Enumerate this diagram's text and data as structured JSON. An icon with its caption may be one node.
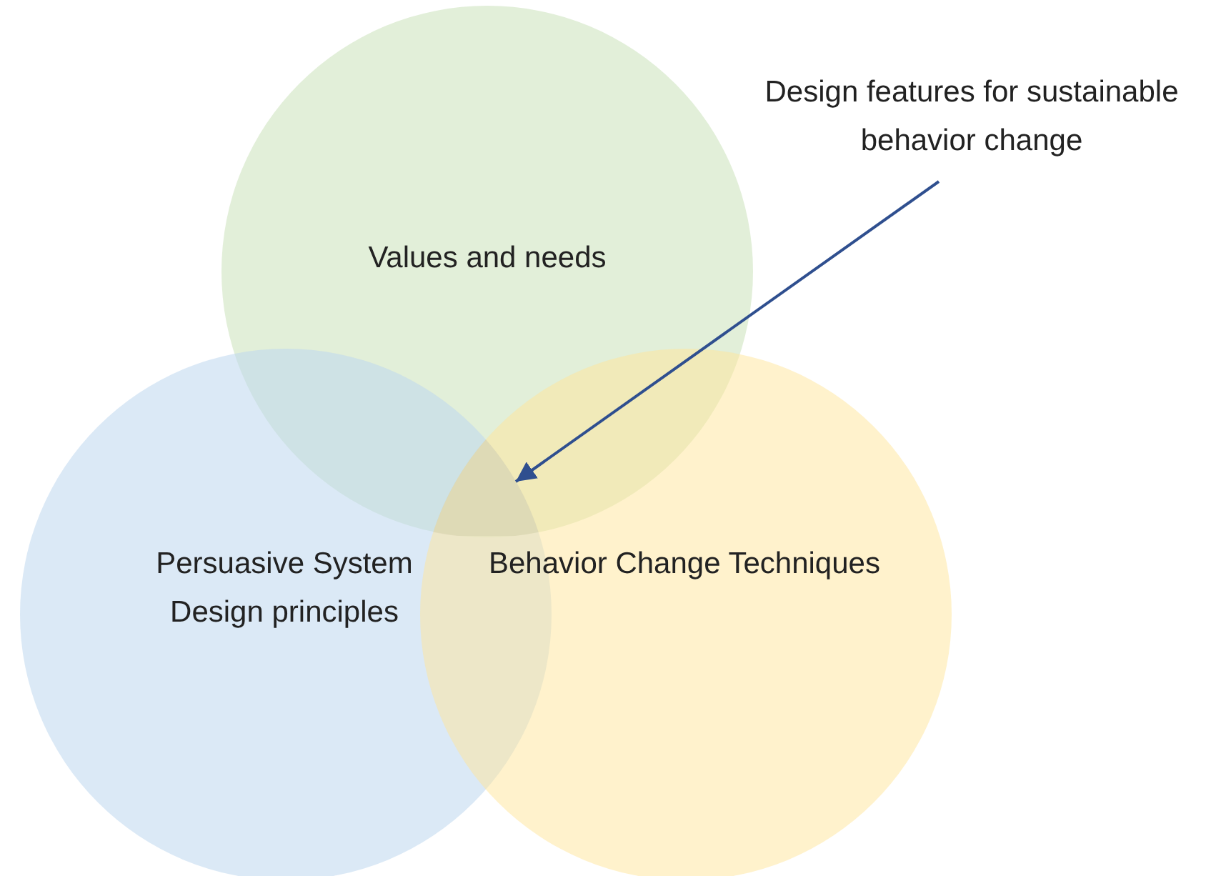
{
  "diagram": {
    "nodes": [
      {
        "text": [
          "Values and needs"
        ]
      },
      {
        "text": [
          "Persuasive System Design principles"
        ]
      },
      {
        "text": [
          "Behavior Change Techniques"
        ]
      },
      {
        "text": [
          "Design features for sustainable behavior change"
        ]
      },
      {
        "text": [],
        "shape": "region"
      }
    ],
    "edges": [
      {
        "from": 3,
        "to": 4,
        "arrow": "to"
      }
    ]
  }
}
